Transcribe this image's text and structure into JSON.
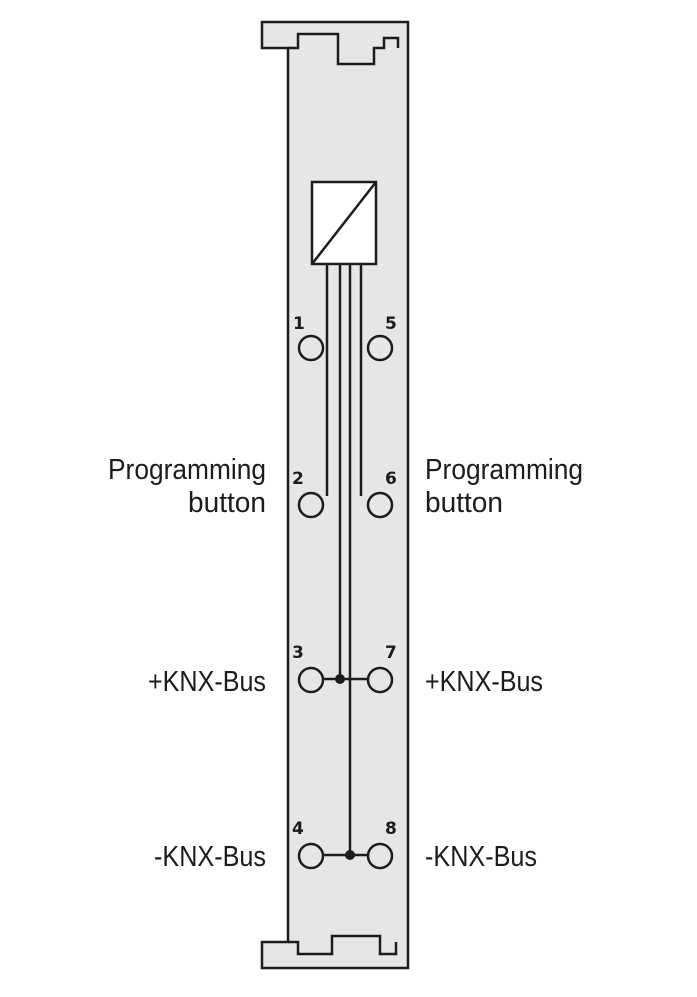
{
  "colors": {
    "housing_fill": "#e6e6e6",
    "stroke": "#1c1c1c",
    "background": "#ffffff"
  },
  "terminals": {
    "t1": "1",
    "t2": "2",
    "t3": "3",
    "t4": "4",
    "t5": "5",
    "t6": "6",
    "t7": "7",
    "t8": "8"
  },
  "labels": {
    "left_programming_line1": "Programming",
    "left_programming_line2": "button",
    "right_programming_line1": "Programming",
    "right_programming_line2": "button",
    "left_knx_plus": "+KNX-Bus",
    "right_knx_plus": "+KNX-Bus",
    "left_knx_minus": "-KNX-Bus",
    "right_knx_minus": "-KNX-Bus"
  },
  "icons": {
    "converter": "converter-symbol-icon"
  }
}
